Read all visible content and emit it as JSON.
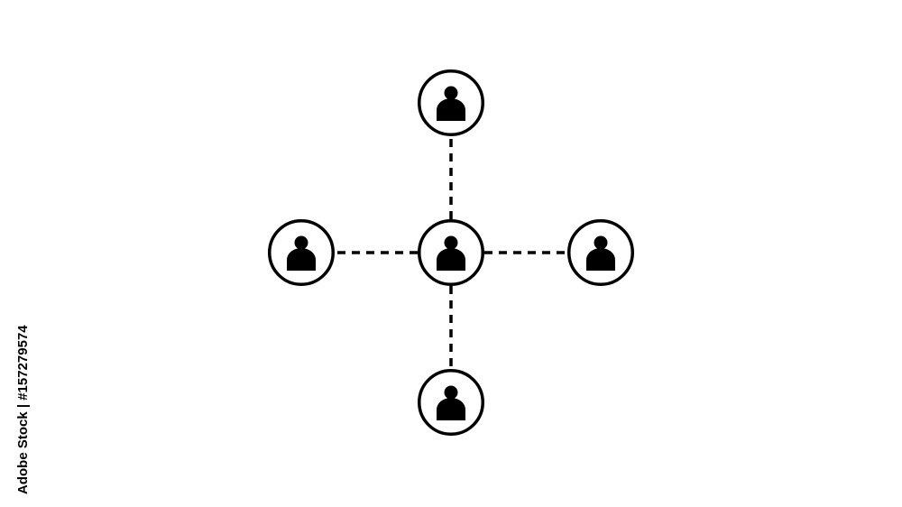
{
  "diagram": {
    "nodes": [
      {
        "id": "top",
        "icon": "person-icon"
      },
      {
        "id": "left",
        "icon": "person-icon"
      },
      {
        "id": "center",
        "icon": "person-icon"
      },
      {
        "id": "right",
        "icon": "person-icon"
      },
      {
        "id": "bottom",
        "icon": "person-icon"
      }
    ],
    "edges": [
      {
        "from": "center",
        "to": "top",
        "style": "dashed"
      },
      {
        "from": "center",
        "to": "left",
        "style": "dashed"
      },
      {
        "from": "center",
        "to": "right",
        "style": "dashed"
      },
      {
        "from": "center",
        "to": "bottom",
        "style": "dashed"
      }
    ]
  },
  "colors": {
    "stroke": "#000000",
    "background": "#ffffff"
  },
  "stock_id": "Adobe Stock | #157279574"
}
